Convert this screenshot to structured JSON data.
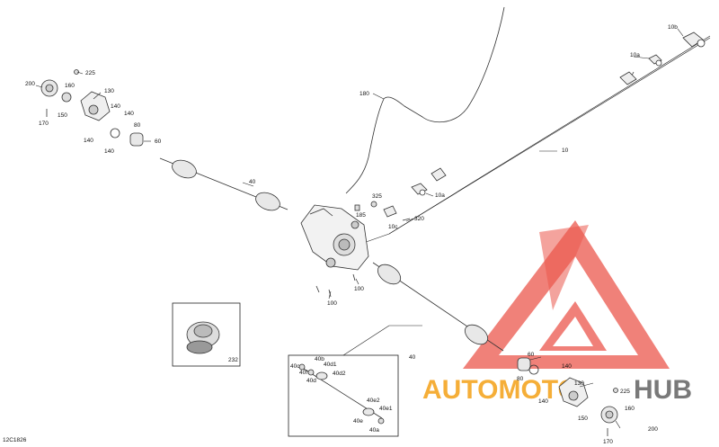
{
  "diagram_code": "12C1826",
  "watermark": {
    "brand_a": "AUTOMOTO",
    "brand_b": "HUB",
    "color_red": "#e83a2e",
    "color_orange": "#f5a623",
    "color_gray": "#6b6b6b"
  },
  "callouts": {
    "c10b": "10b",
    "c10a_top": "10a",
    "c180": "180",
    "c10": "10",
    "c10a": "10a",
    "c325": "325",
    "c185": "185",
    "c320": "320",
    "c10c": "10c",
    "c225_top": "225",
    "c200_top": "200",
    "c160_top": "160",
    "c130_top": "130",
    "c150_top": "150",
    "c170_top": "170",
    "c140_a": "140",
    "c140_b": "140",
    "c80_top": "80",
    "c60_top": "60",
    "c140_c": "140",
    "c40": "40",
    "c100_a": "100",
    "c100_b": "100",
    "c232": "232",
    "c40_box": "40",
    "c40b": "40b",
    "c40c": "40c",
    "c40d1": "40d1",
    "c40f": "40f",
    "c40d2": "40d2",
    "c40d": "40d",
    "c40e2": "40e2",
    "c40e1": "40e1",
    "c40e": "40e",
    "c40a": "40a",
    "c60_bot": "60",
    "c140_d": "140",
    "c80_bot": "80",
    "c130_bot": "130",
    "c225_bot": "225",
    "c140_e": "140",
    "c160_bot": "160",
    "c150_bot": "150",
    "c200_bot": "200",
    "c170_bot": "170"
  }
}
